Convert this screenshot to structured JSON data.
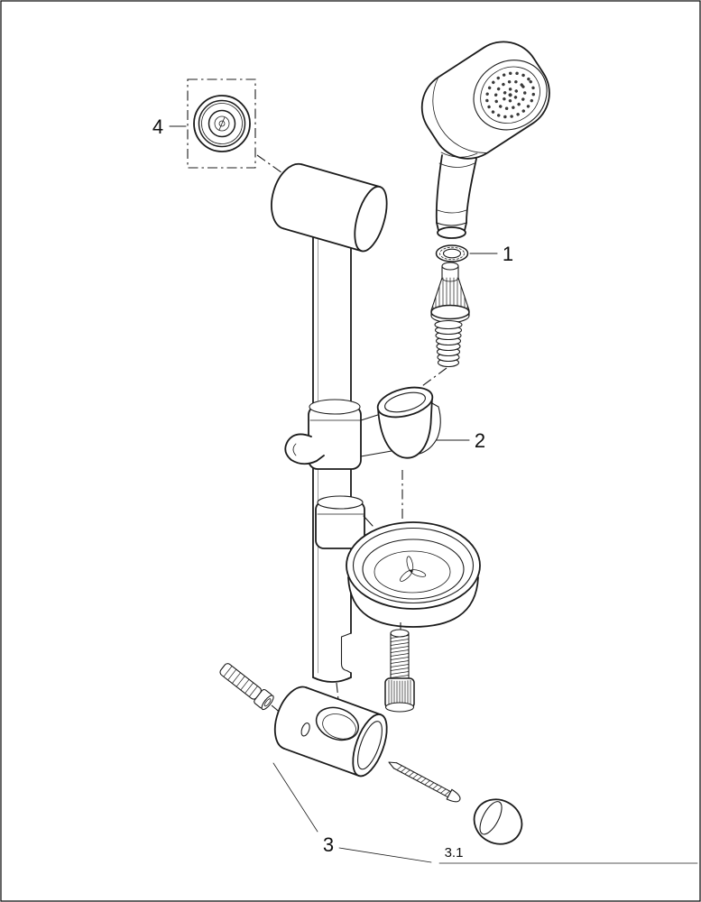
{
  "colors": {
    "background": "#ffffff",
    "line": "#1c1c1c",
    "label": "#101010"
  },
  "labels": [
    {
      "id": "part-4",
      "text": "4",
      "component": "wall-flange"
    },
    {
      "id": "part-1",
      "text": "1",
      "component": "hose-washer"
    },
    {
      "id": "part-2",
      "text": "2",
      "component": "shower-holder"
    },
    {
      "id": "part-3",
      "text": "3",
      "component": "wall-bracket-assembly"
    },
    {
      "id": "part-3-1",
      "text": "3.1",
      "component": "screw-cover-cap"
    }
  ]
}
